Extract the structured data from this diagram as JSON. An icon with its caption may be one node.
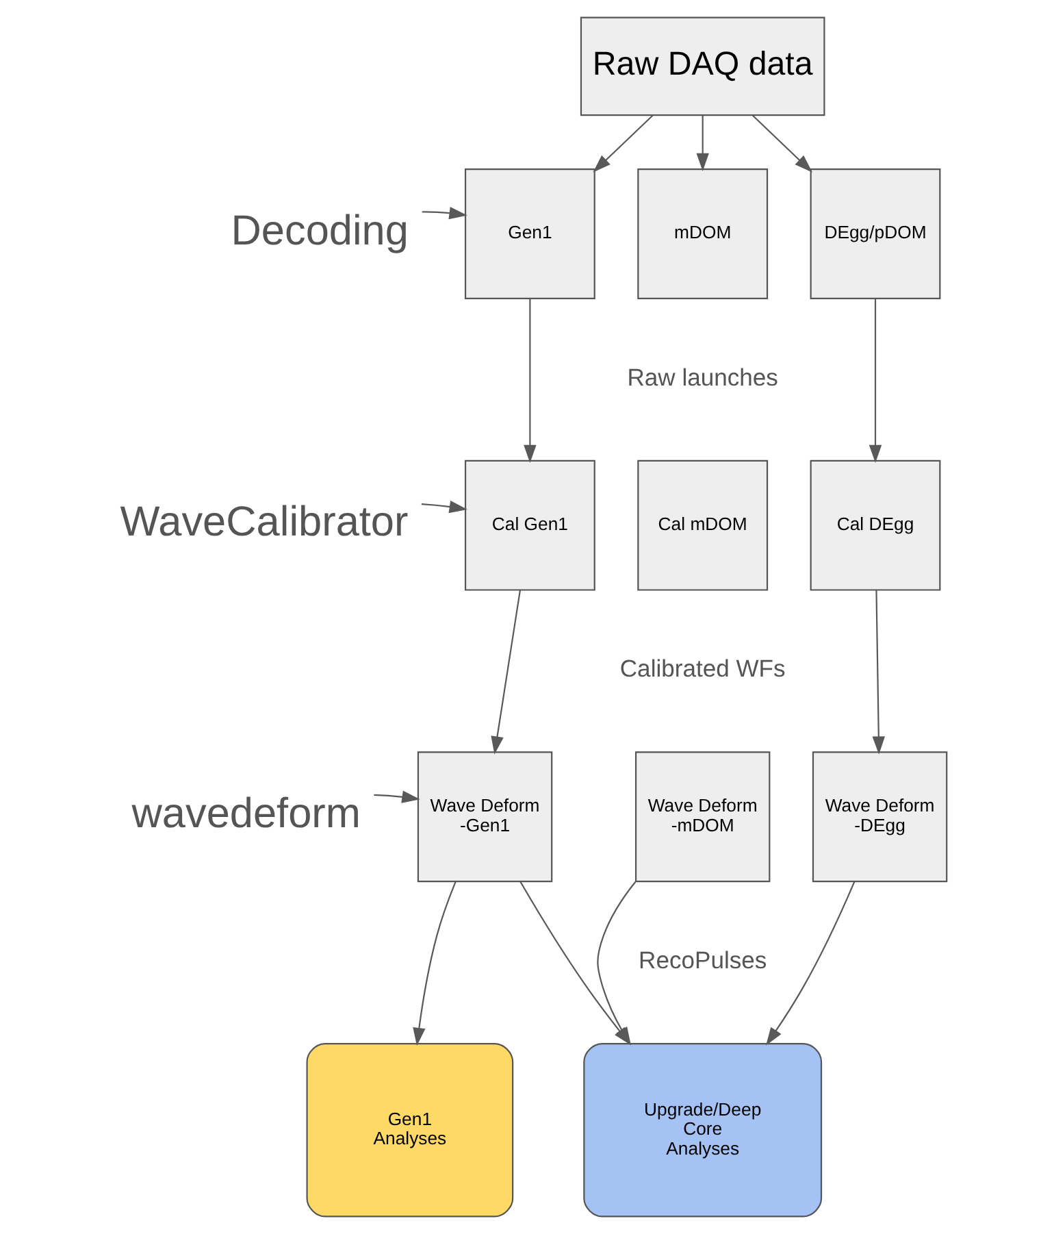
{
  "diagram": {
    "nodes": [
      {
        "text": [
          "Raw DAQ data"
        ]
      },
      {
        "text": [
          "Decoding"
        ]
      },
      {
        "text": [
          "Gen1"
        ]
      },
      {
        "text": [
          "mDOM"
        ]
      },
      {
        "text": [
          "DEgg/pDOM"
        ]
      },
      {
        "text": [
          "WaveCalibrator"
        ]
      },
      {
        "text": [
          "Cal Gen1"
        ]
      },
      {
        "text": [
          "Cal mDOM"
        ]
      },
      {
        "text": [
          "Cal DEgg"
        ]
      },
      {
        "text": [
          "wavedeform"
        ]
      },
      {
        "text": [
          "Wave Deform -Gen1"
        ]
      },
      {
        "text": [
          "Wave Deform -mDOM"
        ]
      },
      {
        "text": [
          "Wave Deform -DEgg"
        ]
      },
      {
        "text": [
          "Gen1 Analyses"
        ]
      },
      {
        "text": [
          "Upgrade/Deep Core Analyses"
        ]
      }
    ],
    "edges": [
      {
        "from": 0,
        "to": 2,
        "arrow": "to"
      },
      {
        "from": 0,
        "to": 3,
        "arrow": "to"
      },
      {
        "from": 0,
        "to": 4,
        "arrow": "to"
      },
      {
        "from": 1,
        "to": 2,
        "arrow": "to"
      },
      {
        "from": 2,
        "to": 6,
        "arrow": "to"
      },
      {
        "from": 4,
        "to": 8,
        "arrow": "to"
      },
      {
        "from": 5,
        "to": 6,
        "arrow": "to"
      },
      {
        "from": 6,
        "to": 10,
        "arrow": "to"
      },
      {
        "from": 8,
        "to": 12,
        "arrow": "to"
      },
      {
        "from": 9,
        "to": 10,
        "arrow": "to"
      },
      {
        "from": 10,
        "to": 13,
        "arrow": "to"
      },
      {
        "from": 10,
        "to": 14,
        "arrow": "to"
      },
      {
        "from": 11,
        "to": 14,
        "arrow": "to"
      },
      {
        "from": 12,
        "to": 14,
        "arrow": "to"
      }
    ],
    "labels": [
      "Raw launches",
      "Calibrated WFs",
      "RecoPulses"
    ]
  }
}
